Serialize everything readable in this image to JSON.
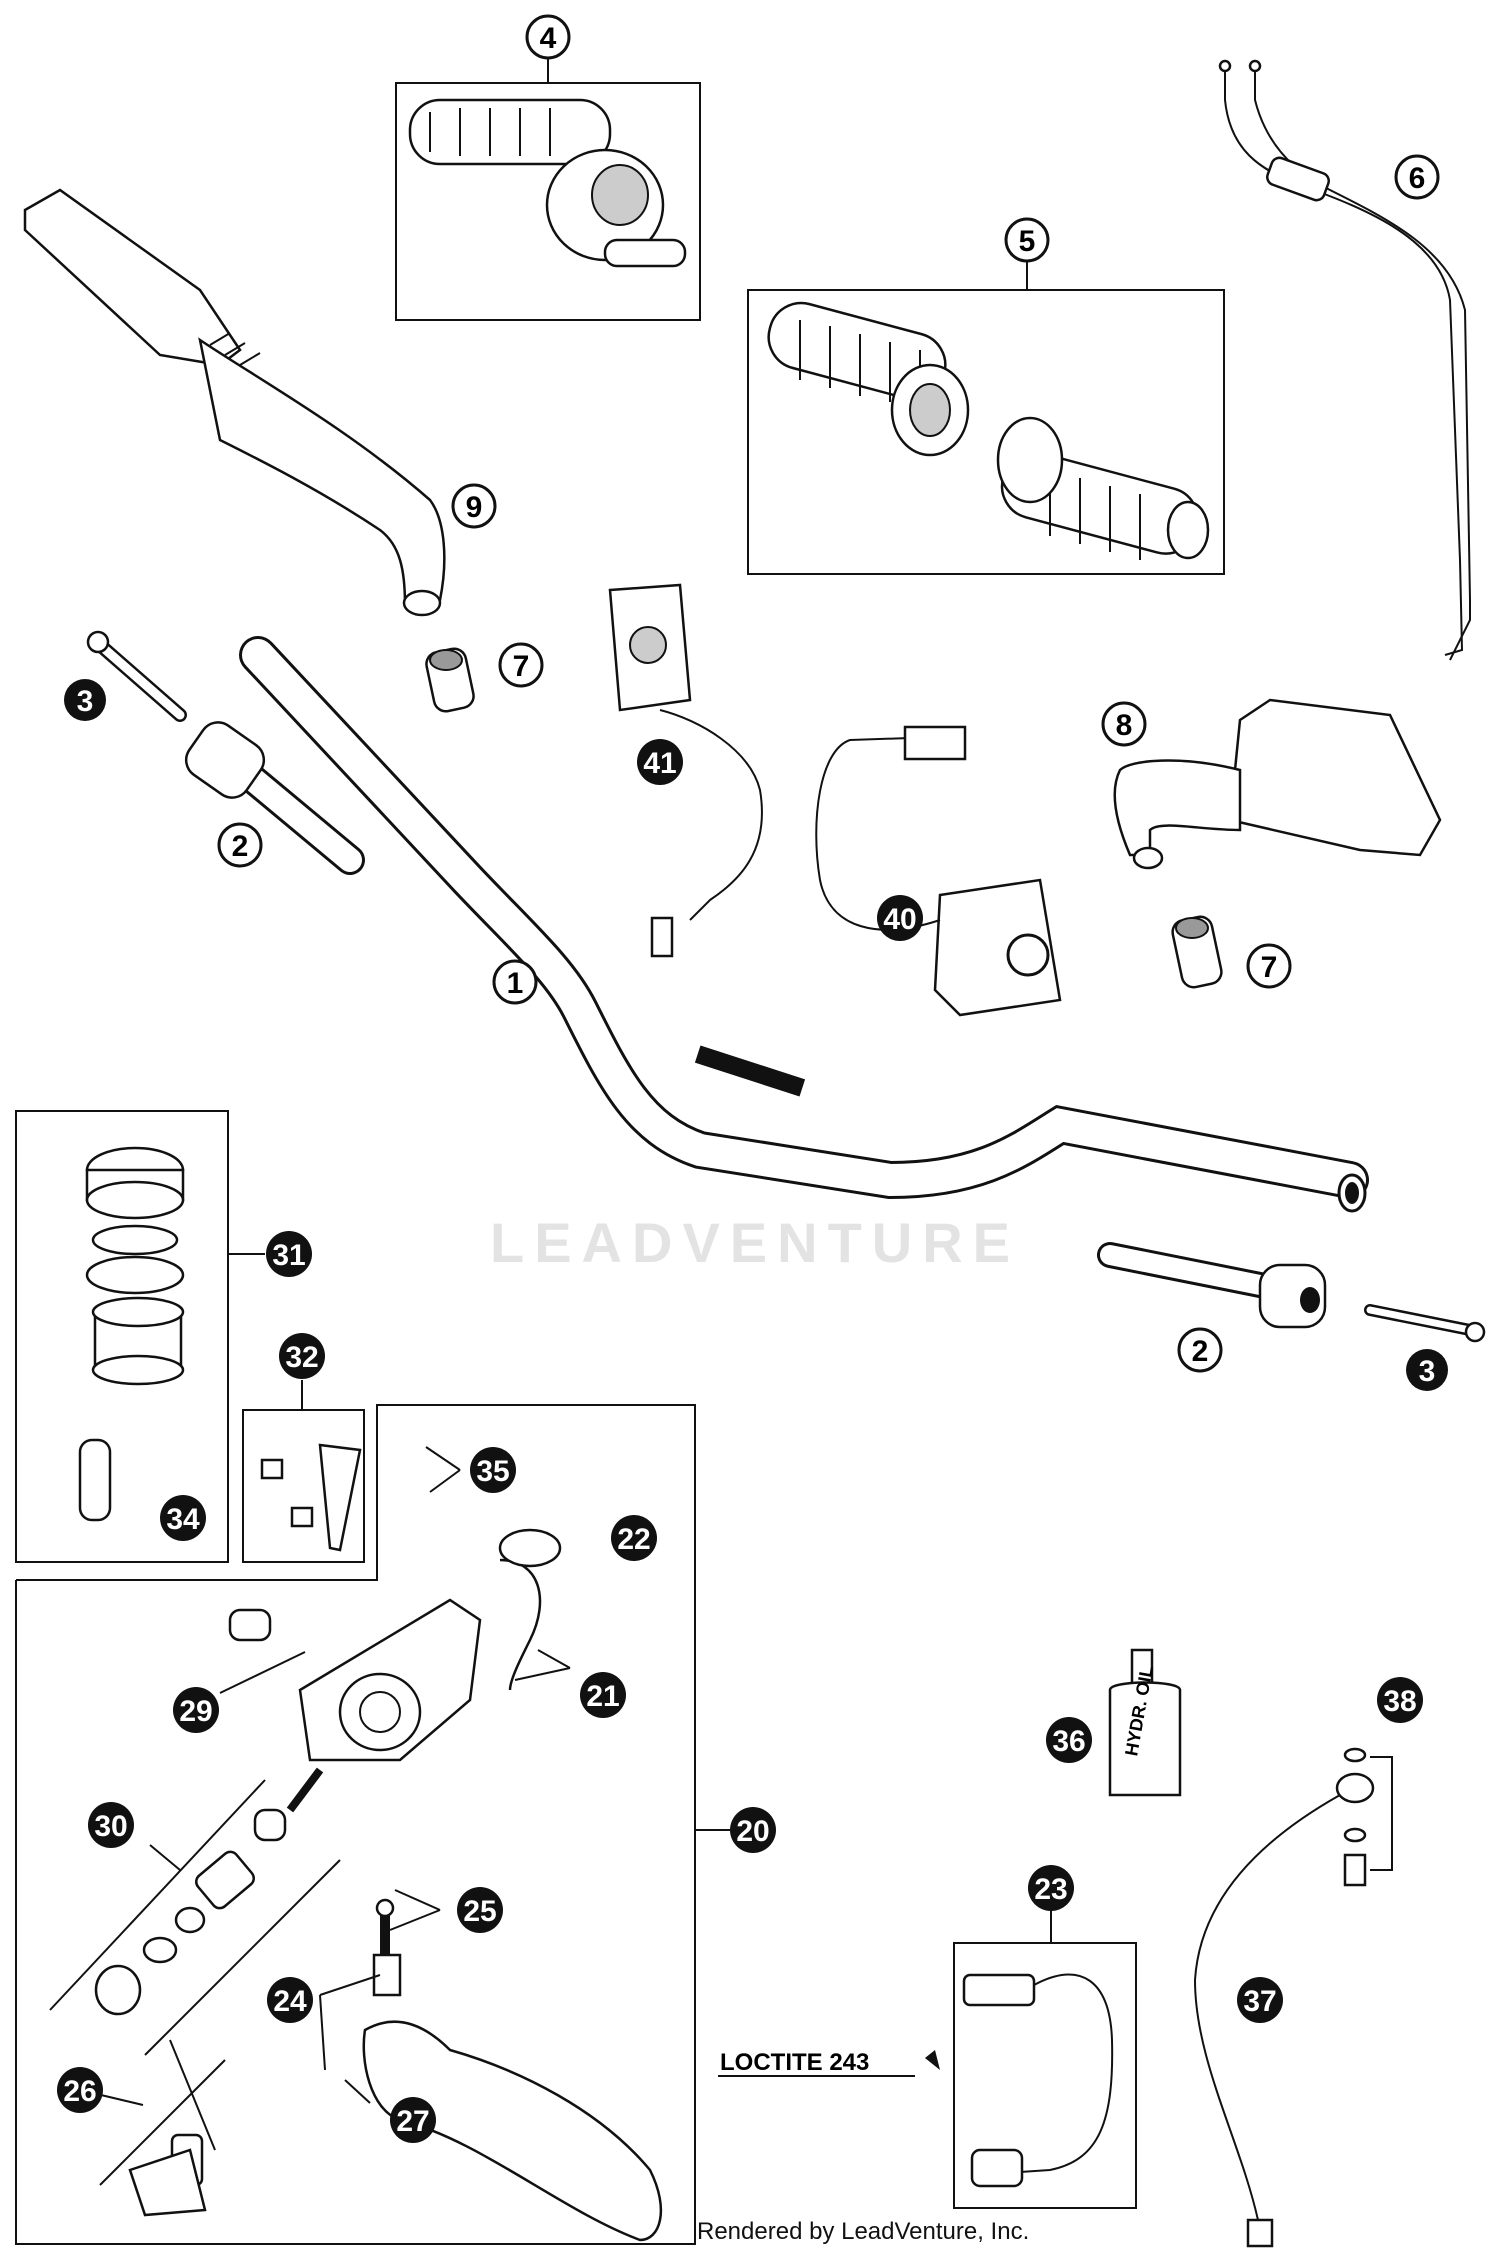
{
  "callouts": {
    "c1": "1",
    "c2a": "2",
    "c2b": "2",
    "c3a": "3",
    "c3b": "3",
    "c4": "4",
    "c5": "5",
    "c6": "6",
    "c7a": "7",
    "c7b": "7",
    "c8": "8",
    "c9": "9",
    "c20": "20",
    "c21": "21",
    "c22": "22",
    "c23": "23",
    "c24": "24",
    "c25": "25",
    "c26": "26",
    "c27": "27",
    "c29": "29",
    "c30": "30",
    "c31": "31",
    "c32": "32",
    "c34": "34",
    "c35": "35",
    "c36": "36",
    "c37": "37",
    "c38": "38",
    "c40": "40",
    "c41": "41"
  },
  "labels": {
    "loctite": "LOCTITE 243",
    "footer": "Rendered by LeadVenture, Inc.",
    "watermark": "LEADVENTURE",
    "oil_bottle": "HYDR. OIL"
  }
}
